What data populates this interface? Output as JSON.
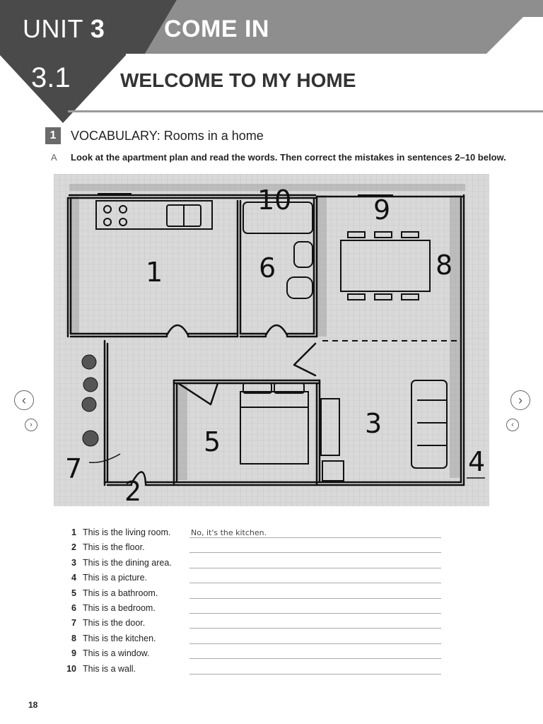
{
  "header": {
    "unit_word": "UNIT",
    "unit_number": "3",
    "unit_title": "COME IN",
    "lesson_number": "3.1",
    "lesson_title": "WELCOME TO MY HOME"
  },
  "section": {
    "number": "1",
    "title": "VOCABULARY: Rooms in a home",
    "exercise_letter": "A",
    "instruction": "Look at the apartment plan and read the words. Then correct the mistakes in sentences 2–10 below."
  },
  "plan_labels": [
    "1",
    "2",
    "3",
    "4",
    "5",
    "6",
    "7",
    "8",
    "9",
    "10"
  ],
  "icons": {
    "nav_left_large": "‹",
    "nav_right_small": "›",
    "nav_right_large": "›",
    "nav_left_small": "‹"
  },
  "sentences": [
    {
      "num": "1",
      "text": "This is the living room.",
      "answer": "No, it's the kitchen."
    },
    {
      "num": "2",
      "text": "This is the floor.",
      "answer": ""
    },
    {
      "num": "3",
      "text": "This is the dining area.",
      "answer": ""
    },
    {
      "num": "4",
      "text": "This is a picture.",
      "answer": ""
    },
    {
      "num": "5",
      "text": "This is a bathroom.",
      "answer": ""
    },
    {
      "num": "6",
      "text": "This is a bedroom.",
      "answer": ""
    },
    {
      "num": "7",
      "text": "This is the door.",
      "answer": ""
    },
    {
      "num": "8",
      "text": "This is the kitchen.",
      "answer": ""
    },
    {
      "num": "9",
      "text": "This is a window.",
      "answer": ""
    },
    {
      "num": "10",
      "text": "This is a wall.",
      "answer": ""
    }
  ],
  "page_number": "18",
  "colors": {
    "banner_dark": "#4a4a4a",
    "banner_mid": "#8e8e8e",
    "plan_bg": "#d9d9d9"
  }
}
